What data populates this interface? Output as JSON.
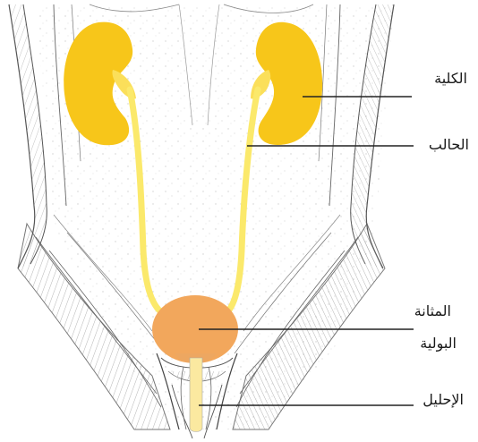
{
  "labels": {
    "kidney": "الكلية",
    "ureter": "الحالب",
    "bladder_line1": "المثانة",
    "bladder_line2": "البولية",
    "urethra": "الإحليل"
  },
  "colors": {
    "kidney": "#f7c61a",
    "ureter": "#fbe96b",
    "bladder": "#f2a75c",
    "urethra": "#fbe9a0",
    "sketch": "#555555",
    "leader_line": "#222222"
  }
}
